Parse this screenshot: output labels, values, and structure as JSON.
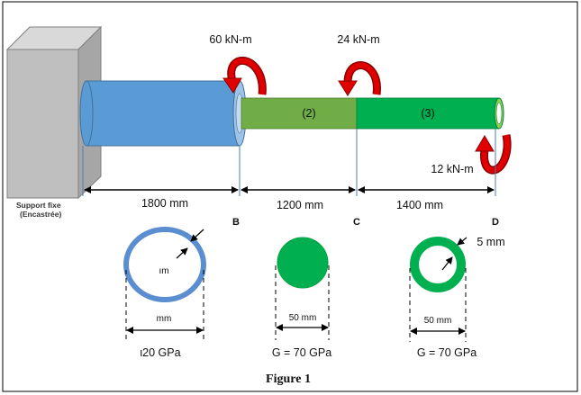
{
  "support": {
    "line1": "Support fixe",
    "line2": "(Encastrée)"
  },
  "torques": {
    "t1": "60 kN-m",
    "t2": "24 kN-m",
    "t3": "12 kN-m"
  },
  "segments": {
    "s2": "(2)",
    "s3": "(3)"
  },
  "dims": {
    "d1": "1800 mm",
    "d2": "1200 mm",
    "d3": "1400 mm"
  },
  "points": {
    "b": "B",
    "c": "C",
    "d": "D"
  },
  "sections": {
    "s1": {
      "inner": "ım",
      "width": "mm",
      "g": "ι20 GPa"
    },
    "s2": {
      "width": "50 mm",
      "g": "G = 70 GPa"
    },
    "s3": {
      "thickness": "5 mm",
      "width": "50 mm",
      "g": "G = 70 GPa"
    }
  },
  "caption": "Figure 1",
  "colors": {
    "blue": "#5b9bd5",
    "blue_dark": "#41719c",
    "green": "#70ad47",
    "green_bright": "#00b050",
    "support": "#bfbfbf",
    "torque": "#e00000"
  }
}
